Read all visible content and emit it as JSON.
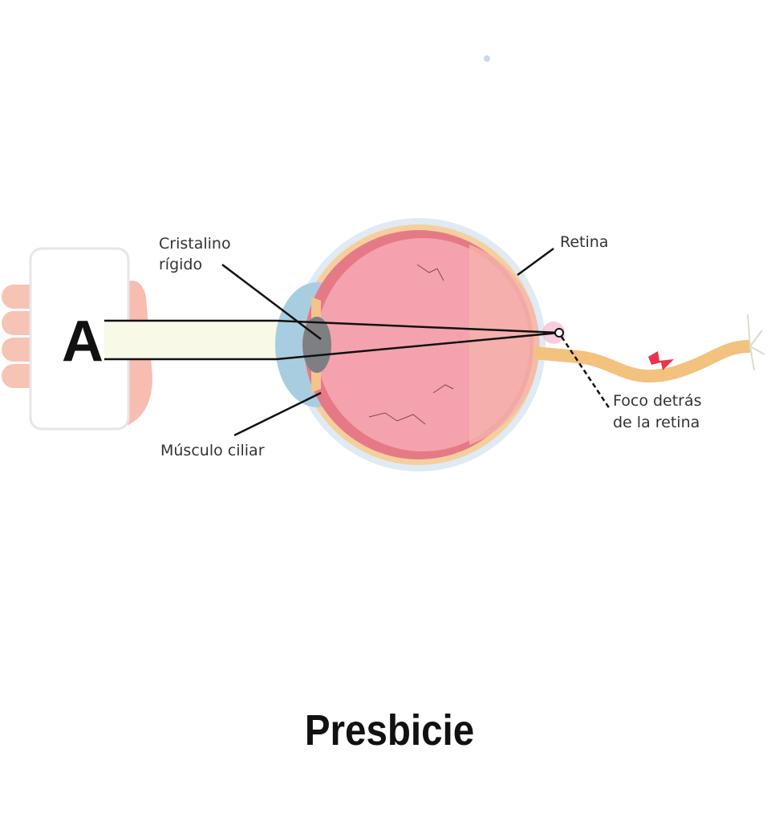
{
  "diagram": {
    "phone_letter": "A",
    "labels": {
      "lens_line1": "Cristalino",
      "lens_line2": "rígido",
      "ciliary": "Músculo ciliar",
      "retina": "Retina",
      "focus_line1": "Foco detrás",
      "focus_line2": "de la retina"
    }
  },
  "title": "Presbicie",
  "colors": {
    "eye_pink": "#f3a0ac",
    "sclera": "#f4c98f",
    "lens": "#7d7f82",
    "cornea": "#9fc6dc",
    "nerve": "#f3c27e",
    "lightning": "#e8344c"
  }
}
